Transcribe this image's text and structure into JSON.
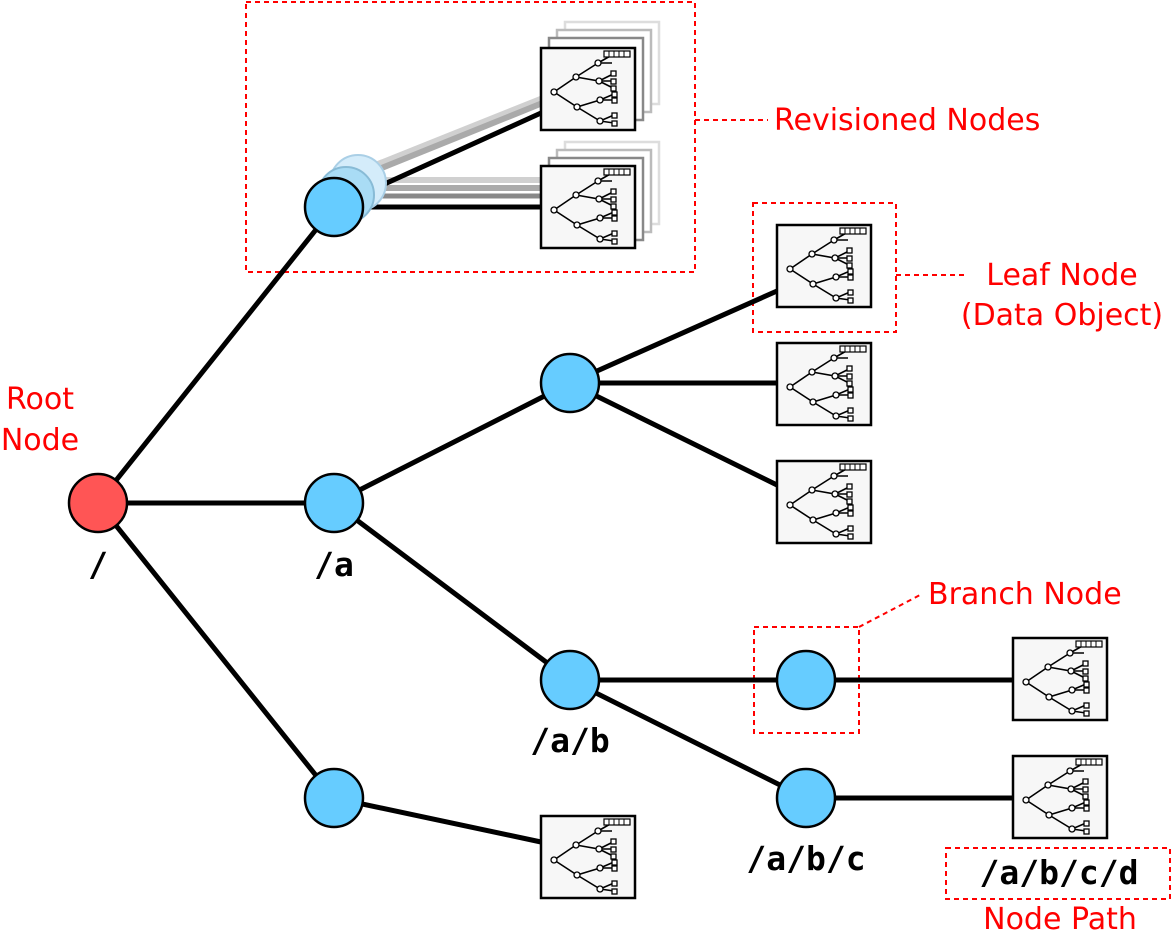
{
  "labels": {
    "root": [
      "Root",
      "Node"
    ],
    "revisioned": "Revisioned Nodes",
    "leaf": [
      "Leaf Node",
      "(Data Object)"
    ],
    "branch": "Branch Node",
    "node_path": "Node Path"
  },
  "paths": {
    "root": "/",
    "a": "/a",
    "ab": "/a/b",
    "abc": "/a/b/c",
    "abcd": "/a/b/c/d"
  },
  "colors": {
    "root_node": "#ff5555",
    "branch_node": "#66ccff",
    "annotation": "#ff0000"
  }
}
